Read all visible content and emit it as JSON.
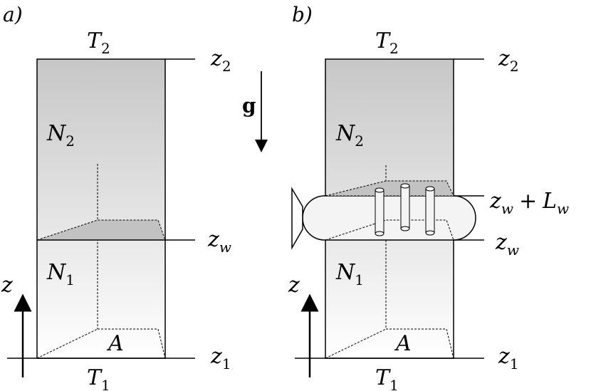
{
  "panels": {
    "a": {
      "tag": "a)",
      "top_temp_sym": "T",
      "top_temp_sub": "2",
      "bottom_temp_sym": "T",
      "bottom_temp_sub": "1",
      "region_upper_sym": "N",
      "region_upper_sub": "2",
      "region_lower_sym": "N",
      "region_lower_sub": "1",
      "area": "A",
      "level_top_sym": "z",
      "level_top_sub": "2",
      "level_wall_sym": "z",
      "level_wall_sub": "w",
      "level_bottom_sym": "z",
      "level_bottom_sub": "1",
      "axis_label": "z"
    },
    "b": {
      "tag": "b)",
      "top_temp_sym": "T",
      "top_temp_sub": "2",
      "bottom_temp_sym": "T",
      "bottom_temp_sub": "1",
      "region_upper_sym": "N",
      "region_upper_sub": "2",
      "region_lower_sym": "N",
      "region_lower_sub": "1",
      "area": "A",
      "level_top_sym": "z",
      "level_top_sub": "2",
      "level_membrane_sym": "z",
      "level_membrane_sub": "w",
      "level_membrane_plus": "+",
      "level_membrane_L": "L",
      "level_membrane_L_sub": "w",
      "level_wall_sym": "z",
      "level_wall_sub": "w",
      "level_bottom_sym": "z",
      "level_bottom_sub": "1",
      "axis_label": "z"
    }
  },
  "gravity_label": "g",
  "colors": {
    "line": "#000000",
    "fill_top": "#c9c9c9",
    "fill_bottom": "#ffffff",
    "slab": "#c4c4c4"
  }
}
